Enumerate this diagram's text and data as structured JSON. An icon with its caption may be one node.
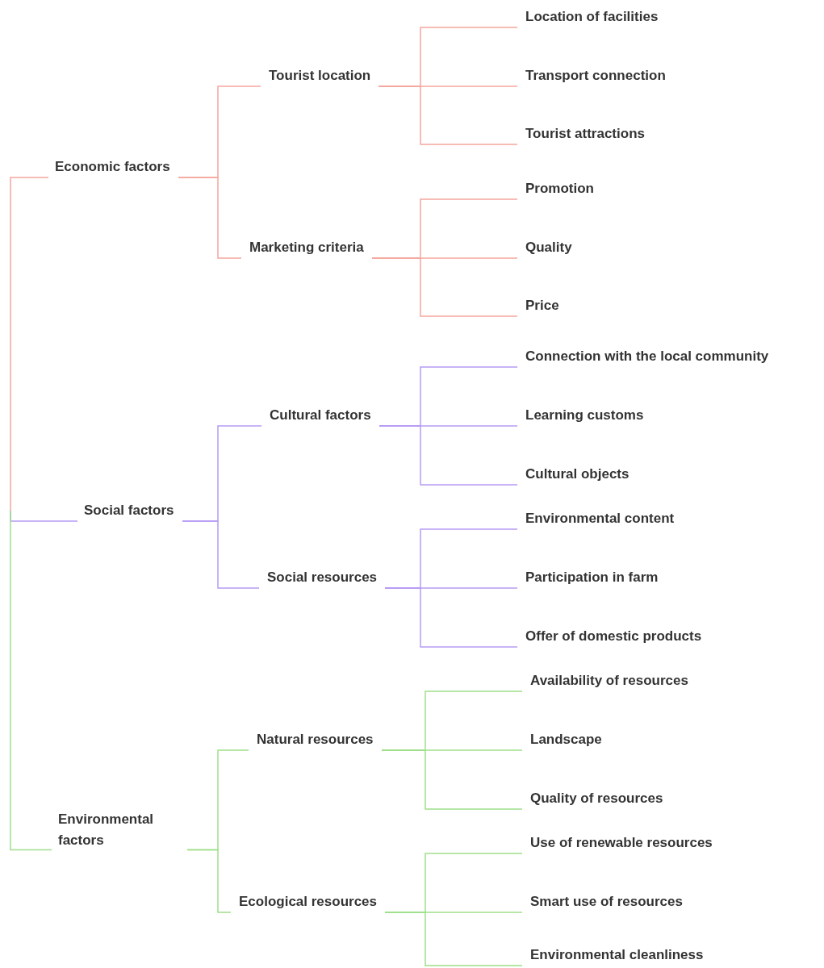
{
  "diagram": {
    "nodes": [
      {
        "text": [
          "Economic factors"
        ]
      },
      {
        "text": [
          "Tourist location"
        ]
      },
      {
        "text": [
          "Location of facilities"
        ]
      },
      {
        "text": [
          "Transport connection"
        ]
      },
      {
        "text": [
          "Tourist attractions"
        ]
      },
      {
        "text": [
          "Marketing criteria"
        ]
      },
      {
        "text": [
          "Promotion"
        ]
      },
      {
        "text": [
          "Quality"
        ]
      },
      {
        "text": [
          "Price"
        ]
      },
      {
        "text": [
          "Social factors"
        ]
      },
      {
        "text": [
          "Cultural factors"
        ]
      },
      {
        "text": [
          "Connection with the local community"
        ]
      },
      {
        "text": [
          "Learning customs"
        ]
      },
      {
        "text": [
          "Cultural objects"
        ]
      },
      {
        "text": [
          "Social resources"
        ]
      },
      {
        "text": [
          "Environmental content"
        ]
      },
      {
        "text": [
          "Participation in farm"
        ]
      },
      {
        "text": [
          "Offer of domestic products"
        ]
      },
      {
        "text": [
          "Environmental factors"
        ]
      },
      {
        "text": [
          "Natural resources"
        ]
      },
      {
        "text": [
          "Availability of resources"
        ]
      },
      {
        "text": [
          "Landscape"
        ]
      },
      {
        "text": [
          "Quality of resources"
        ]
      },
      {
        "text": [
          "Ecological resources"
        ]
      },
      {
        "text": [
          "Use of renewable resources"
        ]
      },
      {
        "text": [
          "Smart use of resources"
        ]
      },
      {
        "text": [
          "Environmental cleanliness"
        ]
      }
    ],
    "edges": [
      {
        "from": null,
        "to": 0,
        "arrow": "none",
        "color": "#f4a79d"
      },
      {
        "from": null,
        "to": 9,
        "arrow": "none",
        "color": "#b69cf5"
      },
      {
        "from": null,
        "to": 18,
        "arrow": "none",
        "color": "#9fe08a"
      },
      {
        "from": 0,
        "to": 1,
        "arrow": "none",
        "color": "#f4a79d"
      },
      {
        "from": 0,
        "to": 5,
        "arrow": "none",
        "color": "#f4a79d"
      },
      {
        "from": 1,
        "to": 2,
        "arrow": "none",
        "color": "#f4a79d"
      },
      {
        "from": 1,
        "to": 3,
        "arrow": "none",
        "color": "#f4a79d"
      },
      {
        "from": 1,
        "to": 4,
        "arrow": "none",
        "color": "#f4a79d"
      },
      {
        "from": 5,
        "to": 6,
        "arrow": "none",
        "color": "#f4a79d"
      },
      {
        "from": 5,
        "to": 7,
        "arrow": "none",
        "color": "#f4a79d"
      },
      {
        "from": 5,
        "to": 8,
        "arrow": "none",
        "color": "#f4a79d"
      },
      {
        "from": 9,
        "to": 10,
        "arrow": "none",
        "color": "#b69cf5"
      },
      {
        "from": 9,
        "to": 14,
        "arrow": "none",
        "color": "#b69cf5"
      },
      {
        "from": 10,
        "to": 11,
        "arrow": "none",
        "color": "#b69cf5"
      },
      {
        "from": 10,
        "to": 12,
        "arrow": "none",
        "color": "#b69cf5"
      },
      {
        "from": 10,
        "to": 13,
        "arrow": "none",
        "color": "#b69cf5"
      },
      {
        "from": 14,
        "to": 15,
        "arrow": "none",
        "color": "#b69cf5"
      },
      {
        "from": 14,
        "to": 16,
        "arrow": "none",
        "color": "#b69cf5"
      },
      {
        "from": 14,
        "to": 17,
        "arrow": "none",
        "color": "#b69cf5"
      },
      {
        "from": 18,
        "to": 19,
        "arrow": "none",
        "color": "#9fe08a"
      },
      {
        "from": 18,
        "to": 23,
        "arrow": "none",
        "color": "#9fe08a"
      },
      {
        "from": 19,
        "to": 20,
        "arrow": "none",
        "color": "#9fe08a"
      },
      {
        "from": 19,
        "to": 21,
        "arrow": "none",
        "color": "#9fe08a"
      },
      {
        "from": 19,
        "to": 22,
        "arrow": "none",
        "color": "#9fe08a"
      },
      {
        "from": 23,
        "to": 24,
        "arrow": "none",
        "color": "#9fe08a"
      },
      {
        "from": 23,
        "to": 25,
        "arrow": "none",
        "color": "#9fe08a"
      },
      {
        "from": 23,
        "to": 26,
        "arrow": "none",
        "color": "#9fe08a"
      }
    ]
  }
}
